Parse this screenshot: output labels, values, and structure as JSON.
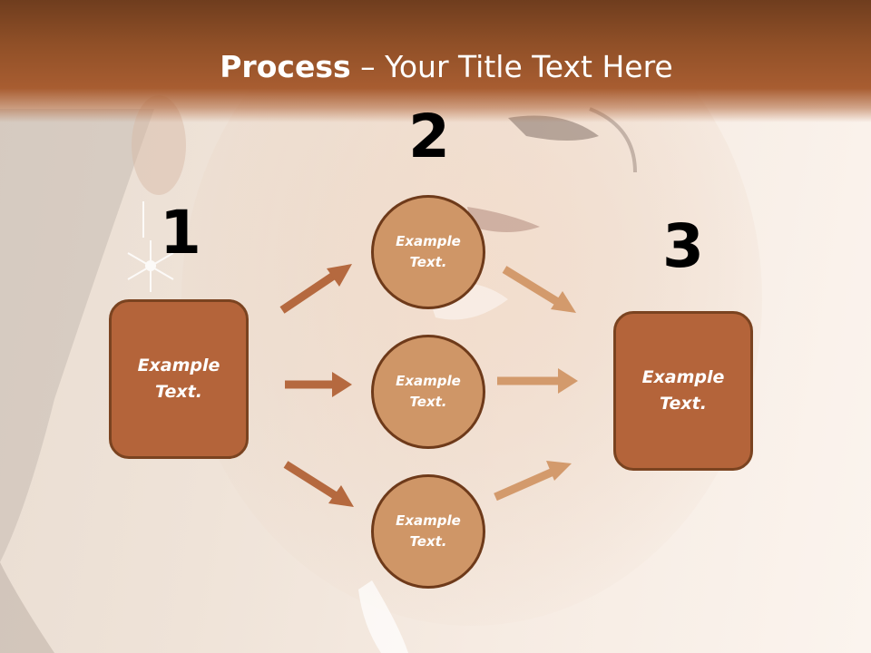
{
  "title": {
    "bold": "Process",
    "rest": " – Your Title Text Here"
  },
  "steps": {
    "one": {
      "number": "1",
      "text": "Example Text."
    },
    "two": {
      "number": "2"
    },
    "three": {
      "number": "3",
      "text": "Example Text."
    }
  },
  "circles": [
    {
      "text": "Example Text."
    },
    {
      "text": "Example Text."
    },
    {
      "text": "Example Text."
    }
  ],
  "colors": {
    "header": "#8f4f27",
    "box_fill": "#b4643a",
    "box_border": "#7a4320",
    "circle_fill": "#cf9667",
    "circle_border": "#6e3a1a",
    "arrow_left": "#b5693f",
    "arrow_right": "#d39a6c"
  }
}
